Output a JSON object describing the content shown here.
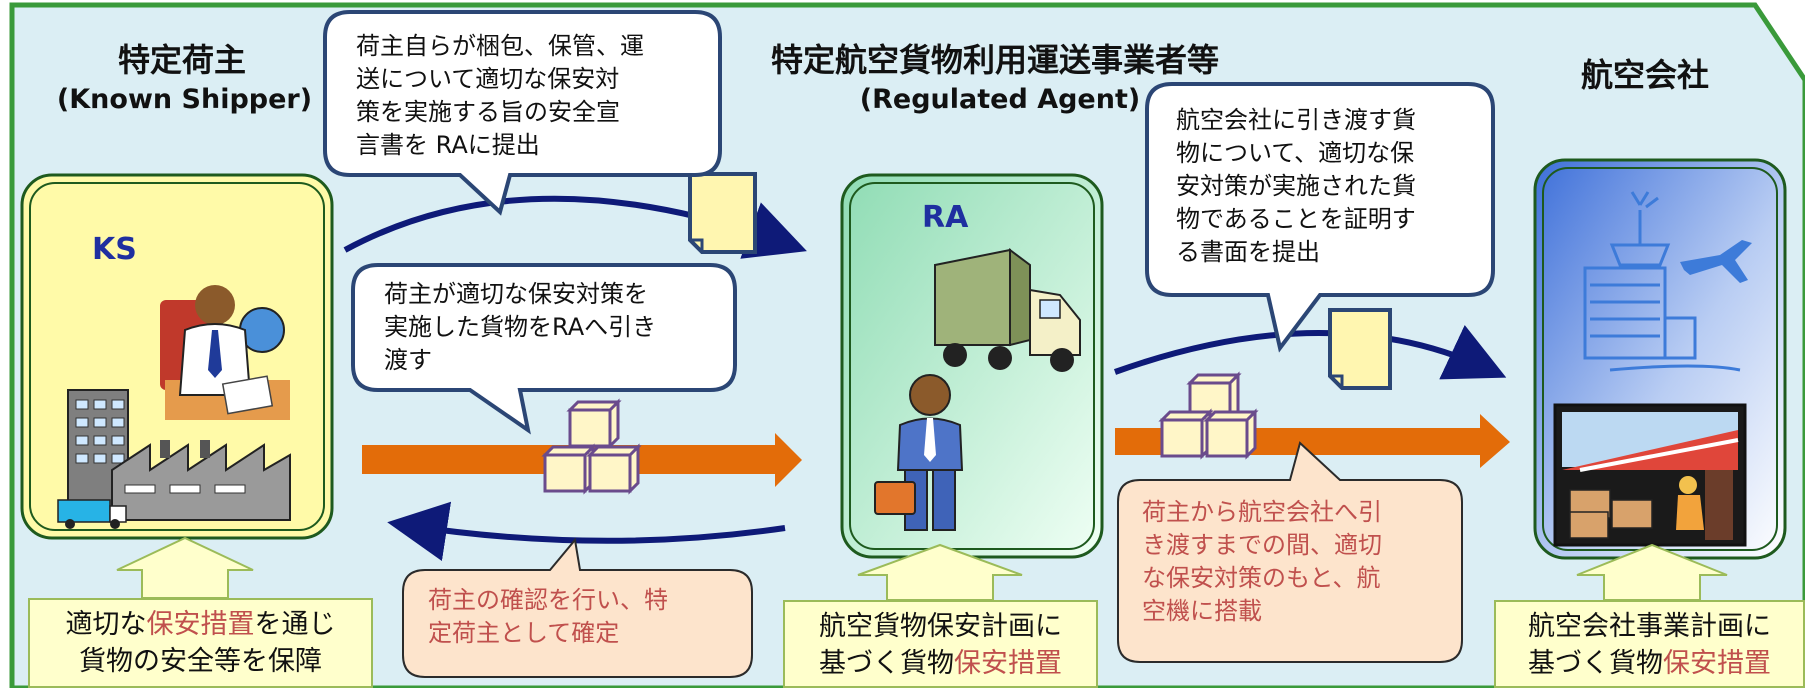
{
  "known_shipper": {
    "title": "特定荷主",
    "subtitle": "(Known Shipper)",
    "box_label": "KS",
    "bottom_note": {
      "part1": "適切な",
      "highlight": "保安措置",
      "part2": "を通じ",
      "line2": "貨物の安全等を保障"
    }
  },
  "regulated_agent": {
    "title": "特定航空貨物利用運送事業者等",
    "subtitle": "(Regulated  Agent)",
    "box_label": "RA",
    "bottom_note": {
      "line1": "航空貨物保安計画に",
      "line2_prefix": "基づく貨物",
      "highlight": "保安措置"
    }
  },
  "airline": {
    "title": "航空会社",
    "bottom_note": {
      "line1": "航空会社事業計画に",
      "line2_prefix": "基づく貨物",
      "highlight": "保安措置"
    }
  },
  "bubbles": {
    "declaration": [
      "荷主自らが梱包、保管、運",
      "送について適切な保安対",
      "策を実施する旨の安全宣",
      "言書を RAに提出"
    ],
    "handover_to_ra": [
      "荷主が適切な保安対策を",
      "実施した貨物をRAへ引き",
      "渡す"
    ],
    "certificate_to_airline": [
      "航空会社に引き渡す貨",
      "物について、適切な保",
      "安対策が実施された貨",
      "物であることを証明す",
      "る書面を提出"
    ]
  },
  "notes": {
    "shipper_confirmation": [
      "荷主の確認を行い、特",
      "定荷主として確定"
    ],
    "loading": [
      "荷主から航空会社へ引",
      "き渡すまでの間、適切",
      "な保安対策のもと、航",
      "空機に搭載"
    ]
  },
  "colors": {
    "panel_bg": "#dbeef4",
    "panel_border": "#3a9a3a",
    "navy_arrow": "#0e1a78",
    "orange_arrow": "#e36c09",
    "note_text": "#c0504d",
    "actor_label": "#1f2fa0"
  }
}
